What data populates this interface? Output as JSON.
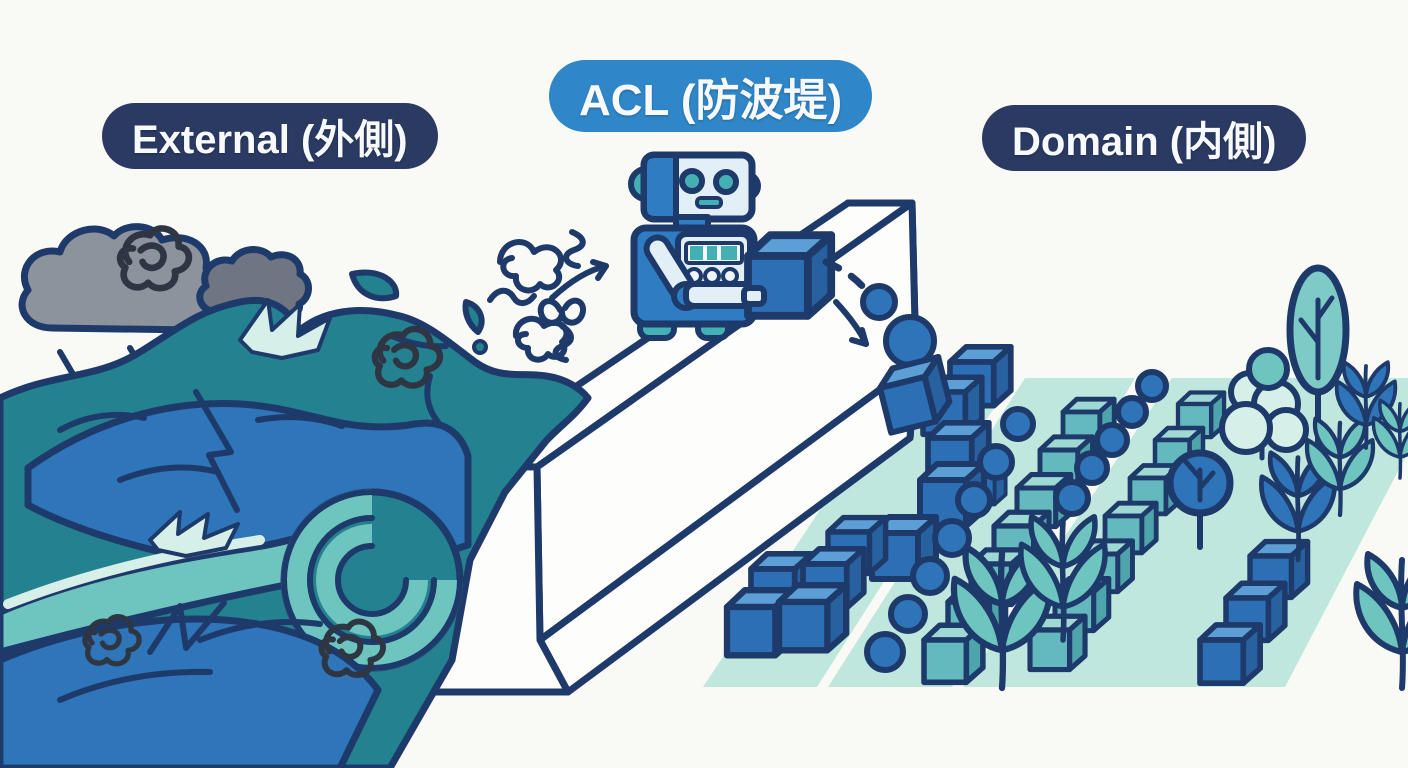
{
  "labels": [
    {
      "id": "external",
      "text": "External (外側)"
    },
    {
      "id": "acl",
      "text": "ACL (防波堤)"
    },
    {
      "id": "domain",
      "text": "Domain (内側)"
    }
  ],
  "palette": {
    "bg": "#f9f9f6",
    "outline_navy": "#1e3a6b",
    "label_navy": "#2a3a63",
    "label_blue": "#2f86c8",
    "label_text": "#f7f9fc",
    "sea_dark_teal": "#24818f",
    "sea_blue": "#2f75ba",
    "sea_light_teal": "#6ec5bf",
    "foam_mint": "#d6efe9",
    "field_mint": "#bfe7dd",
    "cloud_gray": "#8d939d",
    "cloud_gray_dark": "#6f7583",
    "scribble_dark": "#2e3644",
    "item_blue": "#2e74b8",
    "cube_blue": "#2c6fb4",
    "cube_blue_top": "#5b9fd6",
    "cube_blue_side": "#27619f",
    "cube_teal": "#63b9bd",
    "cube_teal_top": "#9ed9d3",
    "cube_teal_side": "#4da5ab",
    "robot_blue": "#2f7cc2",
    "robot_light": "#e3eff7",
    "robot_teal": "#45b0b4",
    "tree_teal": "#7ecac6",
    "wall_white": "#fdfdfb"
  },
  "scene": {
    "regions": [
      {
        "name": "external-side",
        "description": "stormy sea: dark clouds, lightning, tangled corruption scribbles, crashing waves with spiral"
      },
      {
        "name": "acl-breakwater",
        "description": "white breakwater wall with robot translating messy squiggle data into clean cubes and circles dropped over the wall"
      },
      {
        "name": "domain-side",
        "description": "orderly mint fields with rows of blue cubes, blue circles, teal cubes, sprouting plants and trees"
      }
    ]
  }
}
